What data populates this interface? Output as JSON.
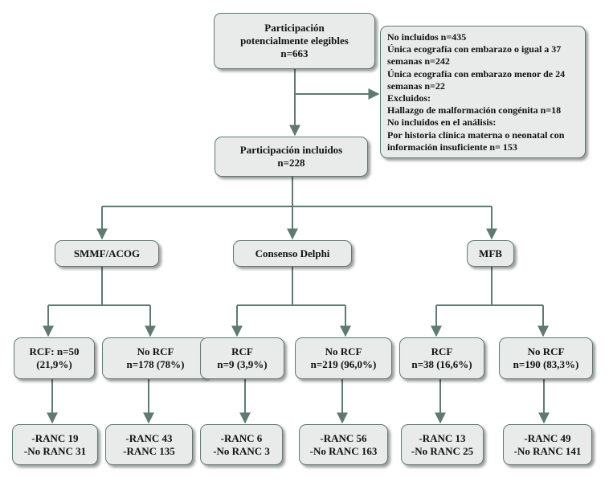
{
  "colors": {
    "box_fill": "#e8ebe9",
    "box_border": "#5f7a72",
    "arrow": "#5f7a72"
  },
  "top": {
    "lines": [
      "Participación",
      "potencialmente elegibles",
      "n=663"
    ]
  },
  "excluded": {
    "lines": [
      "No incluidos n=435",
      "Única ecografía con embarazo o igual a 37",
      "semanas n=242",
      "Única ecografía con embarazo menor de 24",
      "semanas n=22",
      "Excluidos:",
      "Hallazgo de malformación congénita n=18",
      "No incluidos en el análisis:",
      "Por historia clínica materna o neonatal con",
      "información insuficiente n= 153"
    ]
  },
  "included": {
    "lines": [
      "Participación incluidos",
      "n=228"
    ]
  },
  "criteria": [
    {
      "label": "SMMF/ACOG"
    },
    {
      "label": "Consenso Delphi"
    },
    {
      "label": "MFB"
    }
  ],
  "groups": [
    {
      "lines": [
        "RCF: n=50",
        "(21,9%)"
      ]
    },
    {
      "lines": [
        "No RCF",
        "n=178 (78%)"
      ]
    },
    {
      "lines": [
        "RCF",
        "n=9 (3,9%)"
      ]
    },
    {
      "lines": [
        "No RCF",
        "n=219 (96,0%)"
      ]
    },
    {
      "lines": [
        "RCF",
        "n=38 (16,6%)"
      ]
    },
    {
      "lines": [
        "No RCF",
        "n=190 (83,3%)"
      ]
    }
  ],
  "outcomes": [
    {
      "lines": [
        "-RANC 19",
        "-No RANC 31"
      ]
    },
    {
      "lines": [
        "-RANC 43",
        "-RANC 135"
      ]
    },
    {
      "lines": [
        "-RANC 6",
        "-No RANC 3"
      ]
    },
    {
      "lines": [
        "-RANC 56",
        "-No RANC 163"
      ]
    },
    {
      "lines": [
        "-RANC 13",
        "-No RANC 25"
      ]
    },
    {
      "lines": [
        "-RANC 49",
        "-No RANC 141"
      ]
    }
  ]
}
